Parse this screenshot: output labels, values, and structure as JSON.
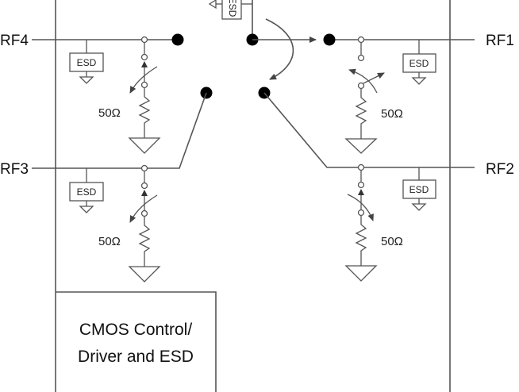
{
  "diagram": {
    "ports": {
      "rf1": "RF1",
      "rf2": "RF2",
      "rf3": "RF3",
      "rf4": "RF4"
    },
    "esd_label": "ESD",
    "esd_common_label": "ESD",
    "resistor_value": "50Ω",
    "control_block": {
      "line1": "CMOS Control/",
      "line2": "Driver and ESD"
    },
    "colors": {
      "line": "#555555",
      "contact": "#000000",
      "background": "#ffffff"
    }
  }
}
